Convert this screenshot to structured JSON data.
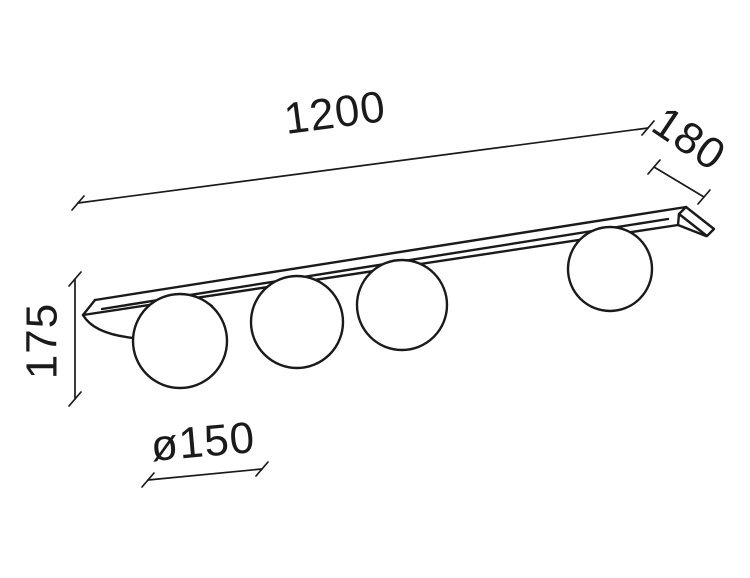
{
  "drawing": {
    "background": "#ffffff",
    "line_color": "#1a1a1a",
    "object": "linear-light-fixture-with-globe-shades",
    "globe_count": 4,
    "dimensions": {
      "length": "1200",
      "depth": "180",
      "height": "175",
      "diameter": "ø150"
    }
  }
}
